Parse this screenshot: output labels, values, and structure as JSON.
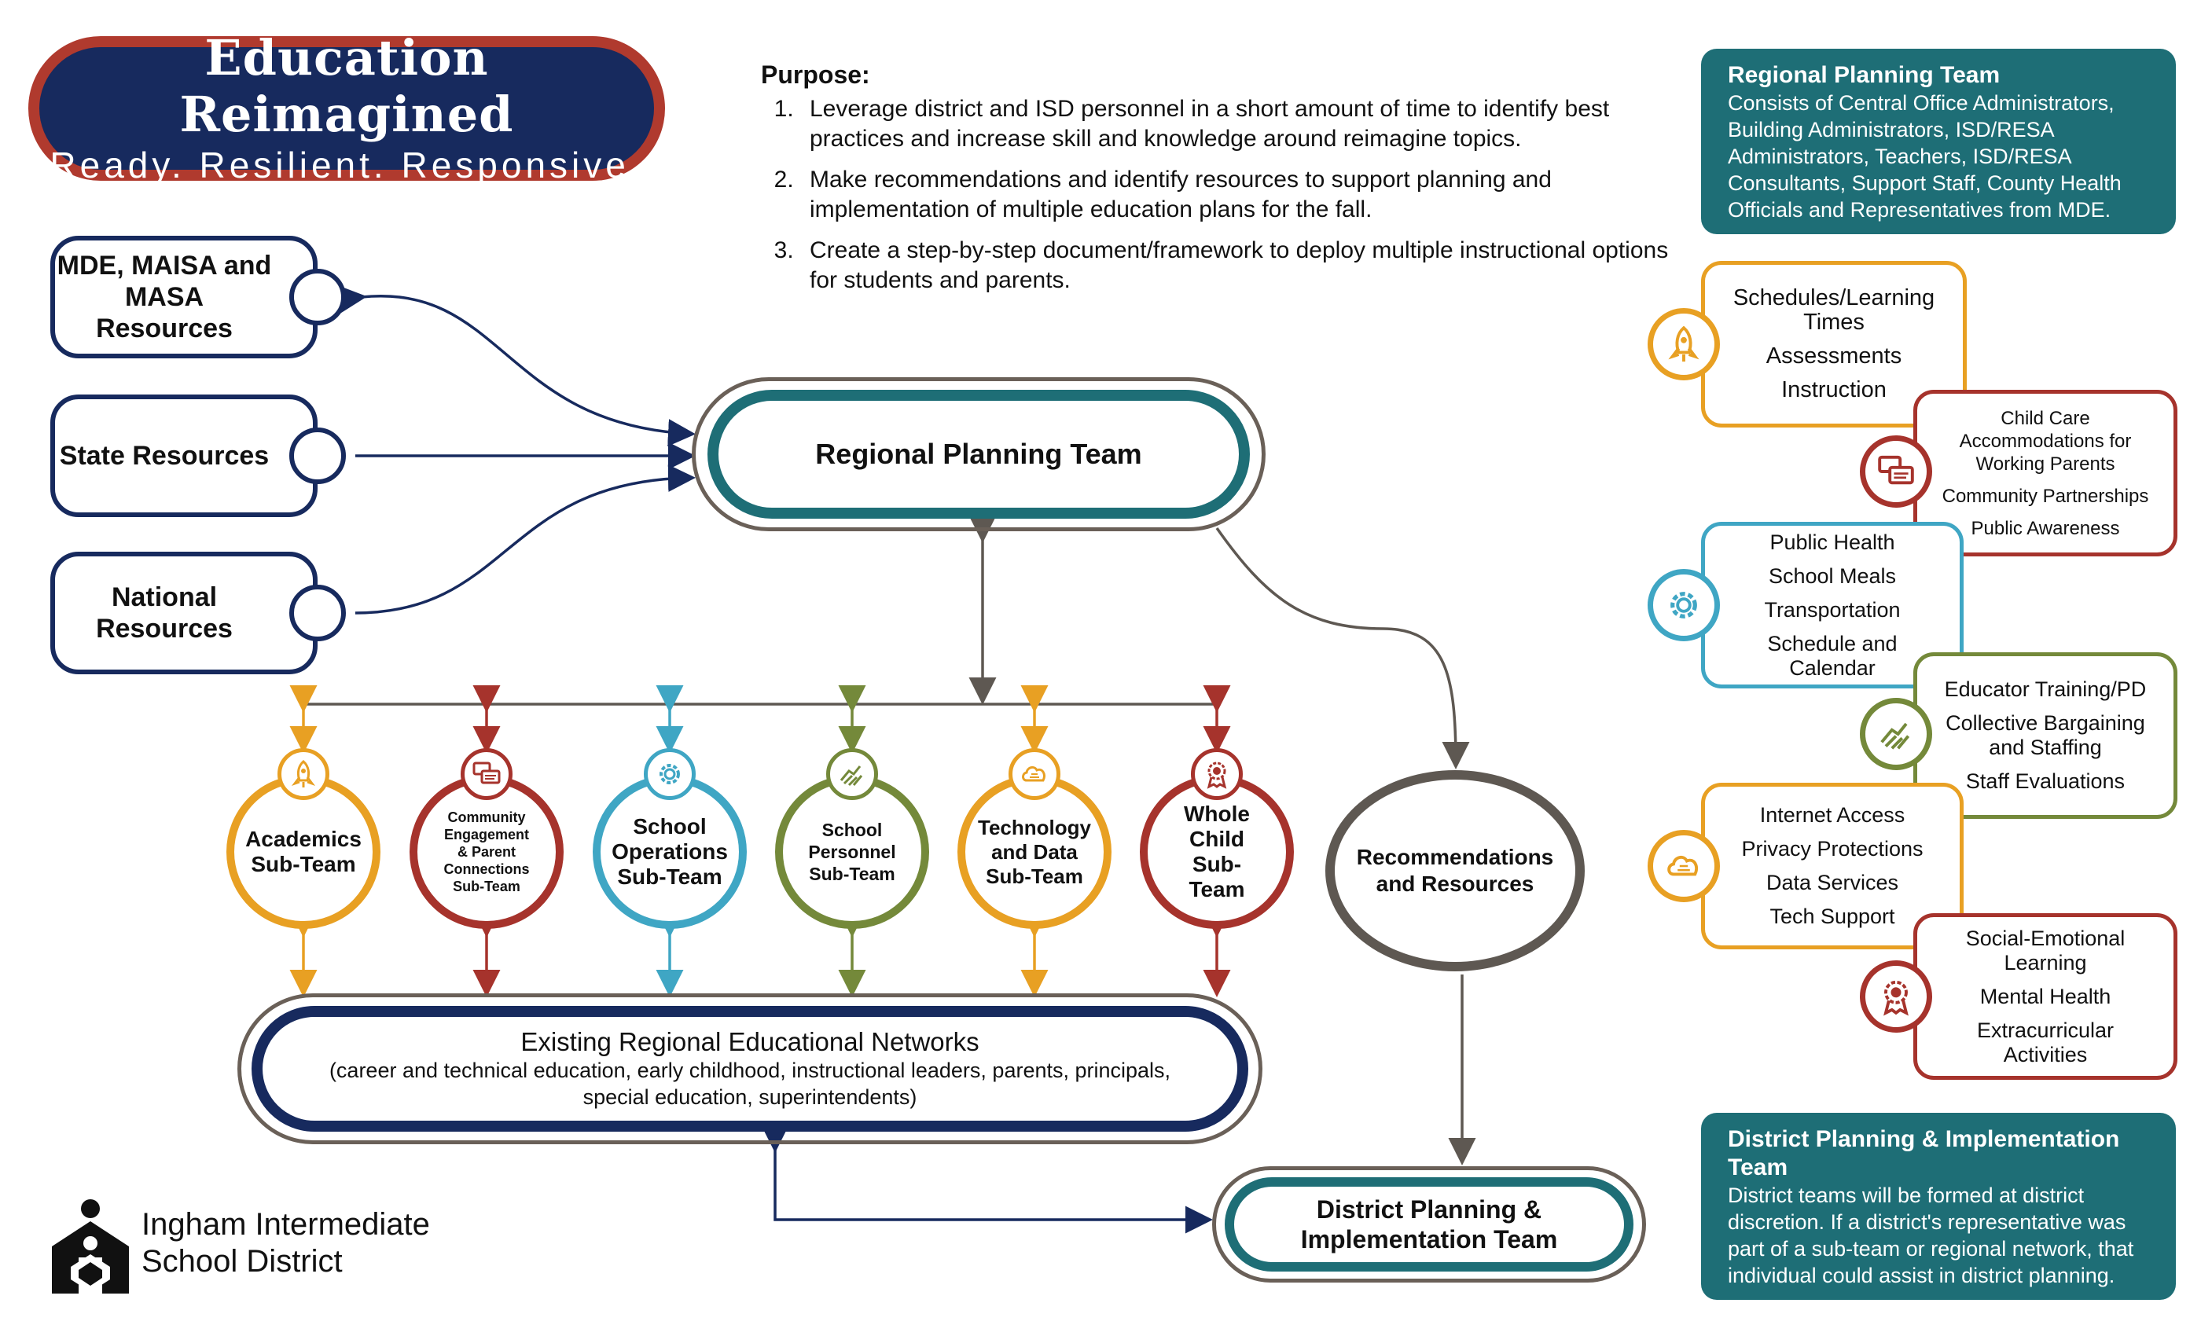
{
  "header": {
    "title": "Education Reimagined",
    "tagline": "Ready. Resilient. Responsive."
  },
  "purpose": {
    "heading": "Purpose:",
    "items": [
      "Leverage district and ISD personnel in a short amount of time to identify best practices and increase skill and knowledge around reimagine topics.",
      "Make recommendations and identify resources to support planning and implementation of multiple education plans for the fall.",
      "Create a step-by-step document/framework to deploy multiple instructional options for students and parents."
    ]
  },
  "resources": [
    {
      "label": "MDE, MAISA and MASA Resources"
    },
    {
      "label": "State Resources"
    },
    {
      "label": "National Resources"
    }
  ],
  "regional_planning_team": {
    "label": "Regional Planning Team"
  },
  "subteams": [
    {
      "label": "Academics Sub-Team",
      "color": "#e8a023",
      "icon": "rocket-icon"
    },
    {
      "label": "Community Engagement & Parent Connections Sub-Team",
      "color": "#a6332c",
      "icon": "chat-bubbles-icon"
    },
    {
      "label": "School Operations Sub-Team",
      "color": "#3fa6c4",
      "icon": "gear-icon"
    },
    {
      "label": "School Personnel Sub-Team",
      "color": "#74893a",
      "icon": "handshake-icon"
    },
    {
      "label": "Technology and Data Sub-Team",
      "color": "#e8a023",
      "icon": "cloud-icon"
    },
    {
      "label": "Whole Child Sub-Team",
      "color": "#a6332c",
      "icon": "award-icon"
    }
  ],
  "recommendations": {
    "label": "Recommendations and Resources"
  },
  "networks": {
    "title": "Existing Regional Educational Networks",
    "subtitle": "(career and technical education, early childhood, instructional leaders, parents, principals, special education, superintendents)"
  },
  "district_team": {
    "label": "District Planning & Implementation Team"
  },
  "logo": {
    "line1": "Ingham Intermediate",
    "line2": "School District"
  },
  "sidebar": {
    "rpt_box": {
      "title": "Regional Planning Team",
      "text": "Consists of Central Office Administrators, Building Administrators, ISD/RESA Administrators, Teachers, ISD/RESA Consultants, Support Staff, County Health Officials and Representatives from MDE."
    },
    "topics": [
      {
        "items": [
          "Schedules/Learning Times",
          "Assessments",
          "Instruction"
        ],
        "color": "#e8a023",
        "icon": "rocket-icon"
      },
      {
        "items": [
          "Child Care Accommodations for Working Parents",
          "Community Partnerships",
          "Public Awareness"
        ],
        "color": "#a6332c",
        "icon": "chat-bubbles-icon"
      },
      {
        "items": [
          "Public Health",
          "School Meals",
          "Transportation",
          "Schedule and Calendar"
        ],
        "color": "#3fa6c4",
        "icon": "gear-icon"
      },
      {
        "items": [
          "Educator Training/PD",
          "Collective Bargaining and Staffing",
          "Staff Evaluations"
        ],
        "color": "#74893a",
        "icon": "handshake-icon"
      },
      {
        "items": [
          "Internet Access",
          "Privacy Protections",
          "Data Services",
          "Tech Support"
        ],
        "color": "#e8a023",
        "icon": "cloud-icon"
      },
      {
        "items": [
          "Social-Emotional Learning",
          "Mental Health",
          "Extracurricular Activities"
        ],
        "color": "#a6332c",
        "icon": "award-icon"
      }
    ],
    "dpit_box": {
      "title": "District Planning & Implementation Team",
      "text": "District teams will be formed at district discretion.  If a district's representative was part of a sub-team or regional network, that individual could assist in district planning."
    }
  }
}
